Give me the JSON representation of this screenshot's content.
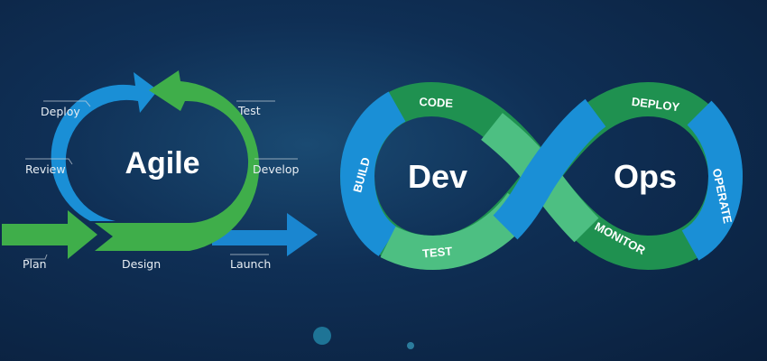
{
  "agile": {
    "title": "Agile",
    "stages": {
      "plan": "Plan",
      "design": "Design",
      "develop": "Develop",
      "test": "Test",
      "deploy": "Deploy",
      "review": "Review",
      "launch": "Launch"
    }
  },
  "devops": {
    "left_title": "Dev",
    "right_title": "Ops",
    "stages": {
      "code": "CODE",
      "build": "BUILD",
      "test": "TEST",
      "deploy": "DEPLOY",
      "operate": "OPERATE",
      "monitor": "MONITOR"
    }
  },
  "colors": {
    "blue": "#1a8fd6",
    "green": "#3fae4a",
    "dark_green": "#1f9150",
    "light_green": "#4dbf82",
    "background": "#0c2340"
  }
}
